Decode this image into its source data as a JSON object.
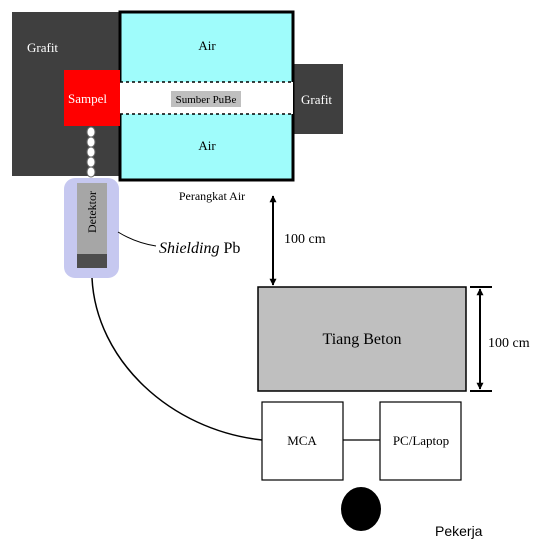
{
  "labels": {
    "grafit_left": "Grafit",
    "grafit_right": "Grafit",
    "sampel": "Sampel",
    "air_top": "Air",
    "air_bottom": "Air",
    "source": "Sumber PuBe",
    "water_device": "Perangkat Air",
    "detector": "Detektor",
    "shielding_italic": "Shielding",
    "shielding_rest": " Pb",
    "dist_vertical": "100 cm",
    "pillar": "Tiang Beton",
    "dist_side": "100 cm",
    "mca": "MCA",
    "pc": "PC/Laptop",
    "worker": "Pekerja"
  },
  "colors": {
    "graphite": "#3f3f3f",
    "sample": "#ff0000",
    "water": "#9ffcfb",
    "source_bar": "#bfbfbf",
    "shielding": "#c6c8f0",
    "detector_body": "#a6a6a6",
    "detector_window": "#4d4d4d",
    "pillar": "#bfbfbf",
    "line": "#000000"
  }
}
